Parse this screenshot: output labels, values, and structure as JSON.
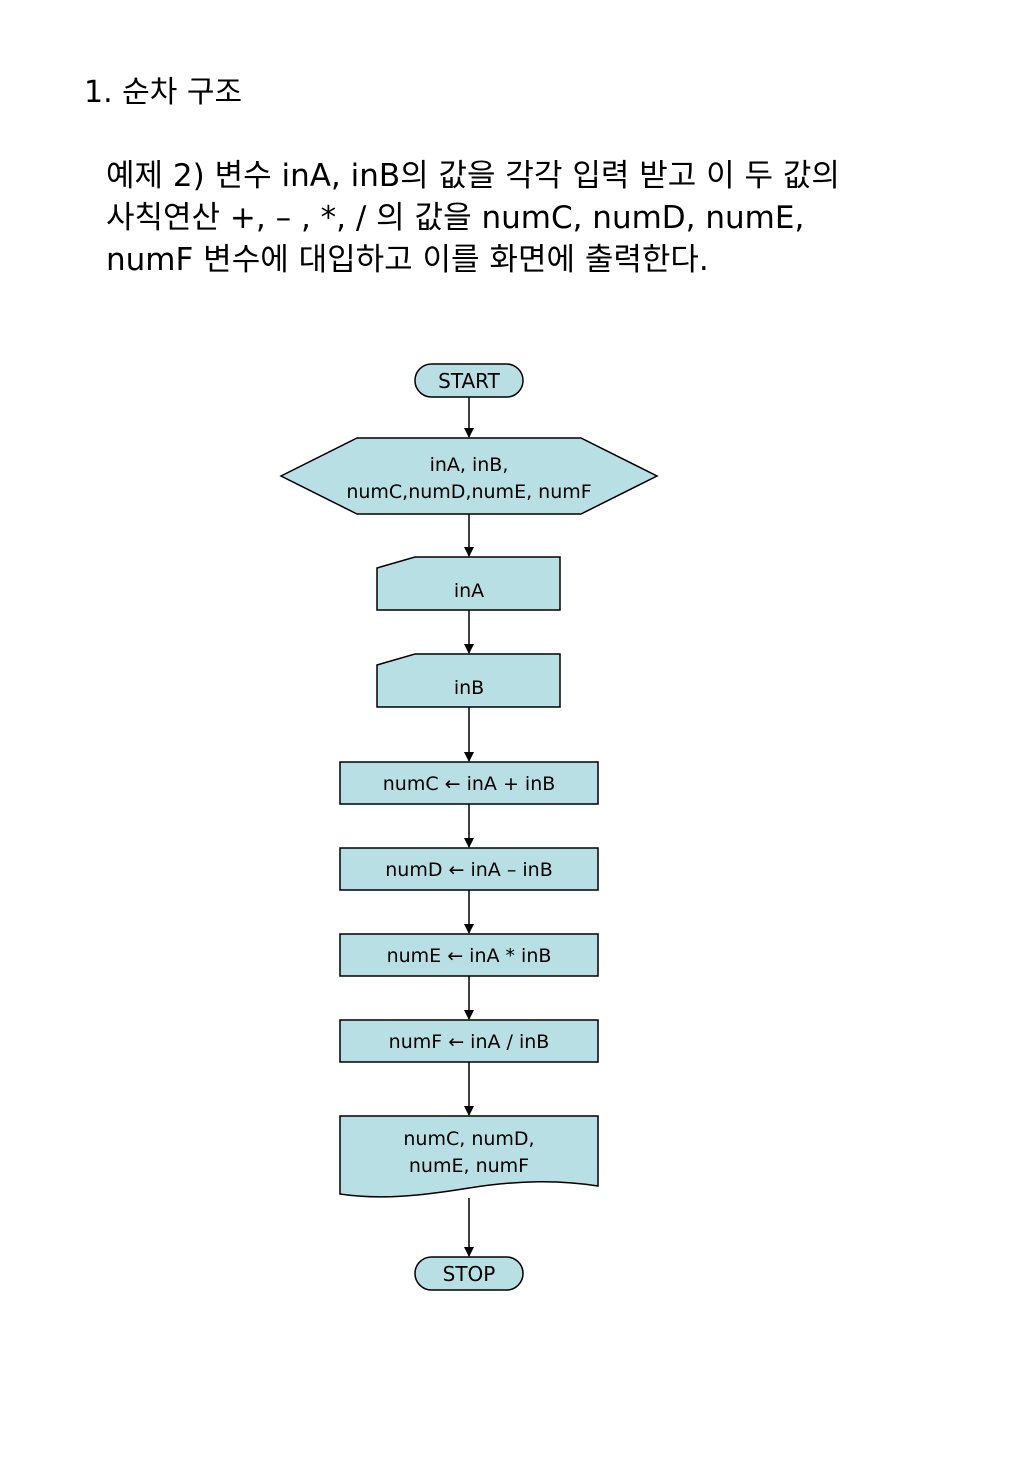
{
  "heading": "1. 순차 구조",
  "problem_lines": [
    "예제 2) 변수 inA, inB의 값을 각각 입력 받고 이 두 값의",
    "사칙연산 +, – , *, / 의 값을 numC, numD, numE,",
    "numF 변수에 대입하고 이를 화면에 출력한다."
  ],
  "flowchart": {
    "start": "START",
    "declare_line1": "inA, inB,",
    "declare_line2": "numC,numD,numE, numF",
    "input_a": "inA",
    "input_b": "inB",
    "assign_c": "numC ← inA + inB",
    "assign_d": "numD ← inA – inB",
    "assign_e": "numE ← inA * inB",
    "assign_f": "numF ← inA / inB",
    "output_line1": "numC, numD,",
    "output_line2": "numE, numF",
    "stop": "STOP",
    "fill_color": "#b8dfe3",
    "stroke_color": "#000000"
  }
}
